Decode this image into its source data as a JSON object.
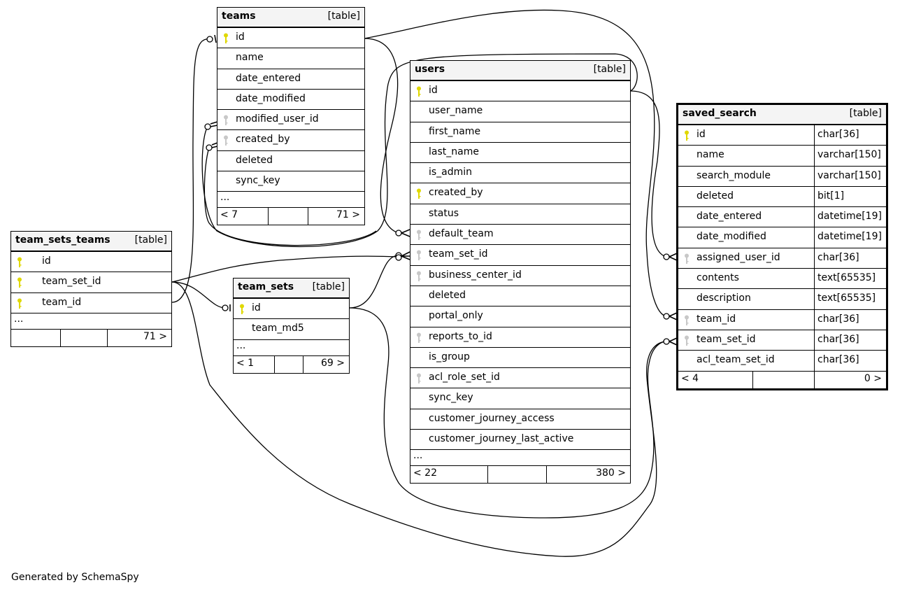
{
  "credit": "Generated by SchemaSpy",
  "colors": {
    "pk_key": "#e0d800",
    "fk_key": "#c8c8c8",
    "header_bg": "#f4f4f4",
    "line": "#000000"
  },
  "tables": {
    "teams": {
      "name": "teams",
      "kind": "[table]",
      "columns": [
        {
          "name": "id",
          "key": "pk"
        },
        {
          "name": "name",
          "key": ""
        },
        {
          "name": "date_entered",
          "key": ""
        },
        {
          "name": "date_modified",
          "key": ""
        },
        {
          "name": "modified_user_id",
          "key": "fk"
        },
        {
          "name": "created_by",
          "key": "fk"
        },
        {
          "name": "deleted",
          "key": ""
        },
        {
          "name": "sync_key",
          "key": ""
        }
      ],
      "more": "...",
      "parents": "< 7",
      "children": "71 >"
    },
    "users": {
      "name": "users",
      "kind": "[table]",
      "columns": [
        {
          "name": "id",
          "key": "pk"
        },
        {
          "name": "user_name",
          "key": ""
        },
        {
          "name": "first_name",
          "key": ""
        },
        {
          "name": "last_name",
          "key": ""
        },
        {
          "name": "is_admin",
          "key": ""
        },
        {
          "name": "created_by",
          "key": "pk"
        },
        {
          "name": "status",
          "key": ""
        },
        {
          "name": "default_team",
          "key": "fk"
        },
        {
          "name": "team_set_id",
          "key": "fk"
        },
        {
          "name": "business_center_id",
          "key": "fk"
        },
        {
          "name": "deleted",
          "key": ""
        },
        {
          "name": "portal_only",
          "key": ""
        },
        {
          "name": "reports_to_id",
          "key": "fk"
        },
        {
          "name": "is_group",
          "key": ""
        },
        {
          "name": "acl_role_set_id",
          "key": "fk"
        },
        {
          "name": "sync_key",
          "key": ""
        },
        {
          "name": "customer_journey_access",
          "key": ""
        },
        {
          "name": "customer_journey_last_active",
          "key": ""
        }
      ],
      "more": "...",
      "parents": "< 22",
      "children": "380 >"
    },
    "saved_search": {
      "name": "saved_search",
      "kind": "[table]",
      "columns": [
        {
          "name": "id",
          "key": "pk",
          "type": "char[36]"
        },
        {
          "name": "name",
          "key": "",
          "type": "varchar[150]"
        },
        {
          "name": "search_module",
          "key": "",
          "type": "varchar[150]"
        },
        {
          "name": "deleted",
          "key": "",
          "type": "bit[1]"
        },
        {
          "name": "date_entered",
          "key": "",
          "type": "datetime[19]"
        },
        {
          "name": "date_modified",
          "key": "",
          "type": "datetime[19]"
        },
        {
          "name": "assigned_user_id",
          "key": "fk",
          "type": "char[36]"
        },
        {
          "name": "contents",
          "key": "",
          "type": "text[65535]"
        },
        {
          "name": "description",
          "key": "",
          "type": "text[65535]"
        },
        {
          "name": "team_id",
          "key": "fk",
          "type": "char[36]"
        },
        {
          "name": "team_set_id",
          "key": "fk",
          "type": "char[36]"
        },
        {
          "name": "acl_team_set_id",
          "key": "",
          "type": "char[36]"
        }
      ],
      "parents": "< 4",
      "children": "0 >"
    },
    "team_sets_teams": {
      "name": "team_sets_teams",
      "kind": "[table]",
      "columns": [
        {
          "name": "id",
          "key": "pk"
        },
        {
          "name": "team_set_id",
          "key": "pk"
        },
        {
          "name": "team_id",
          "key": "pk"
        }
      ],
      "more": "...",
      "parents": "",
      "children": "71 >"
    },
    "team_sets": {
      "name": "team_sets",
      "kind": "[table]",
      "columns": [
        {
          "name": "id",
          "key": "pk"
        },
        {
          "name": "team_md5",
          "key": ""
        }
      ],
      "more": "...",
      "parents": "< 1",
      "children": "69 >"
    }
  },
  "relationships": [
    {
      "from": "teams.modified_user_id",
      "to": "users.id"
    },
    {
      "from": "teams.created_by",
      "to": "users.id"
    },
    {
      "from": "users.default_team",
      "to": "teams.id"
    },
    {
      "from": "users.team_set_id",
      "to": "team_sets.id"
    },
    {
      "from": "team_sets_teams.team_id",
      "to": "teams.id"
    },
    {
      "from": "team_sets_teams.team_set_id",
      "to": "team_sets.id"
    },
    {
      "from": "saved_search.assigned_user_id",
      "to": "users.id"
    },
    {
      "from": "saved_search.team_id",
      "to": "teams.id"
    },
    {
      "from": "saved_search.team_set_id",
      "to": "team_sets.id"
    }
  ]
}
